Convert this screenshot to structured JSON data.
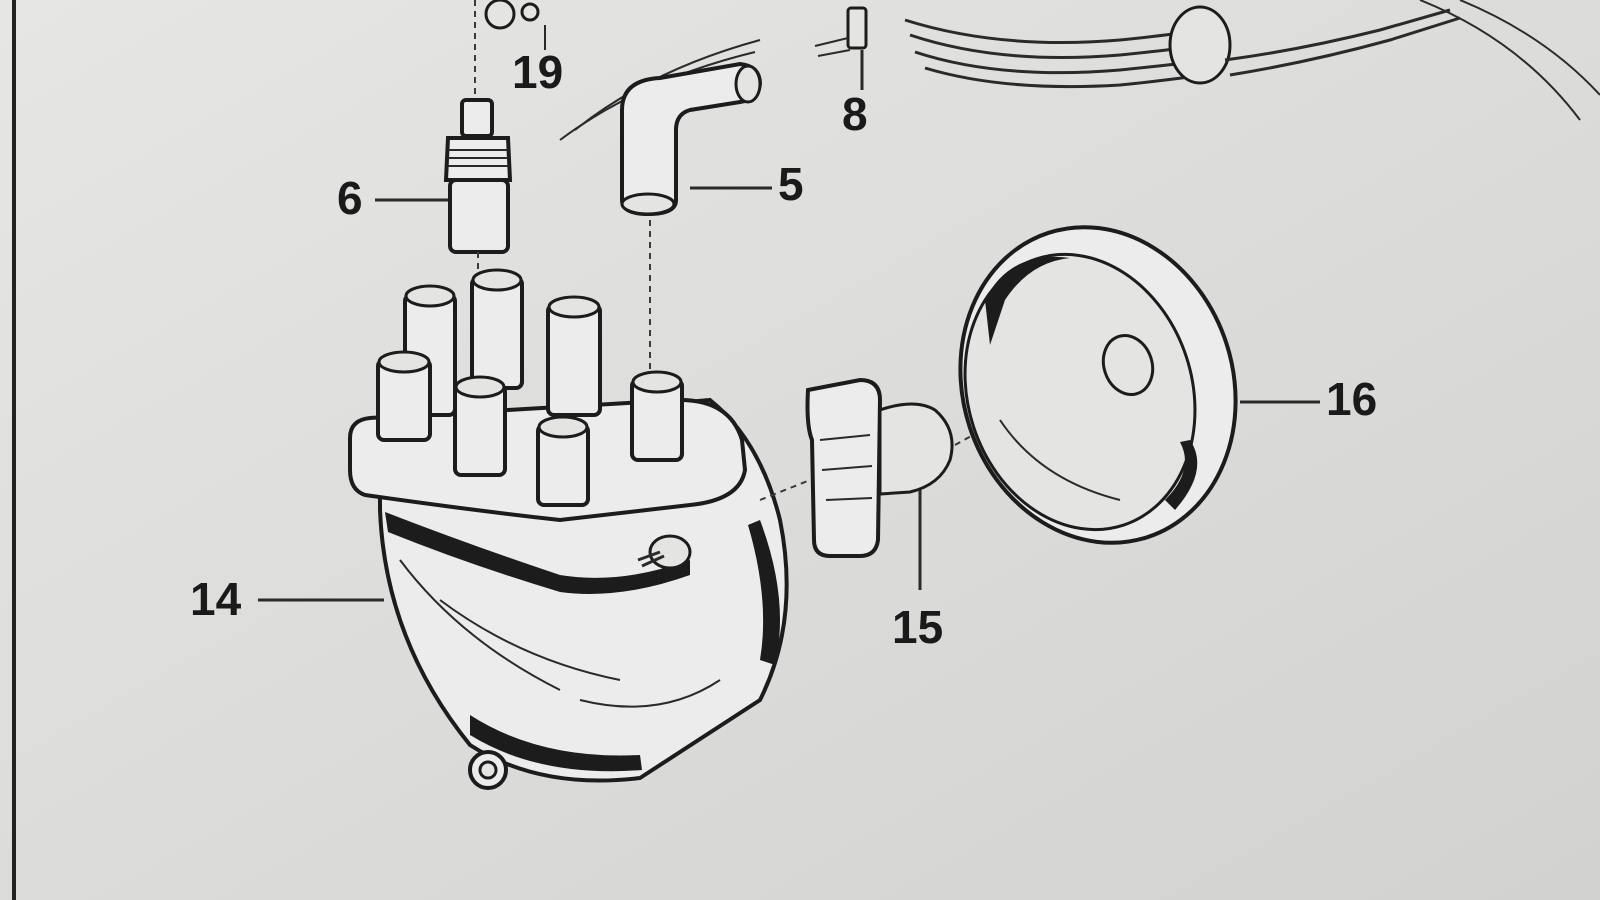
{
  "labels": {
    "l19": "19",
    "l8": "8",
    "l6": "6",
    "l5": "5",
    "l16": "16",
    "l14": "14",
    "l15": "15"
  },
  "colors": {
    "paper": "#dcdcda",
    "ink": "#1a1a1a"
  }
}
